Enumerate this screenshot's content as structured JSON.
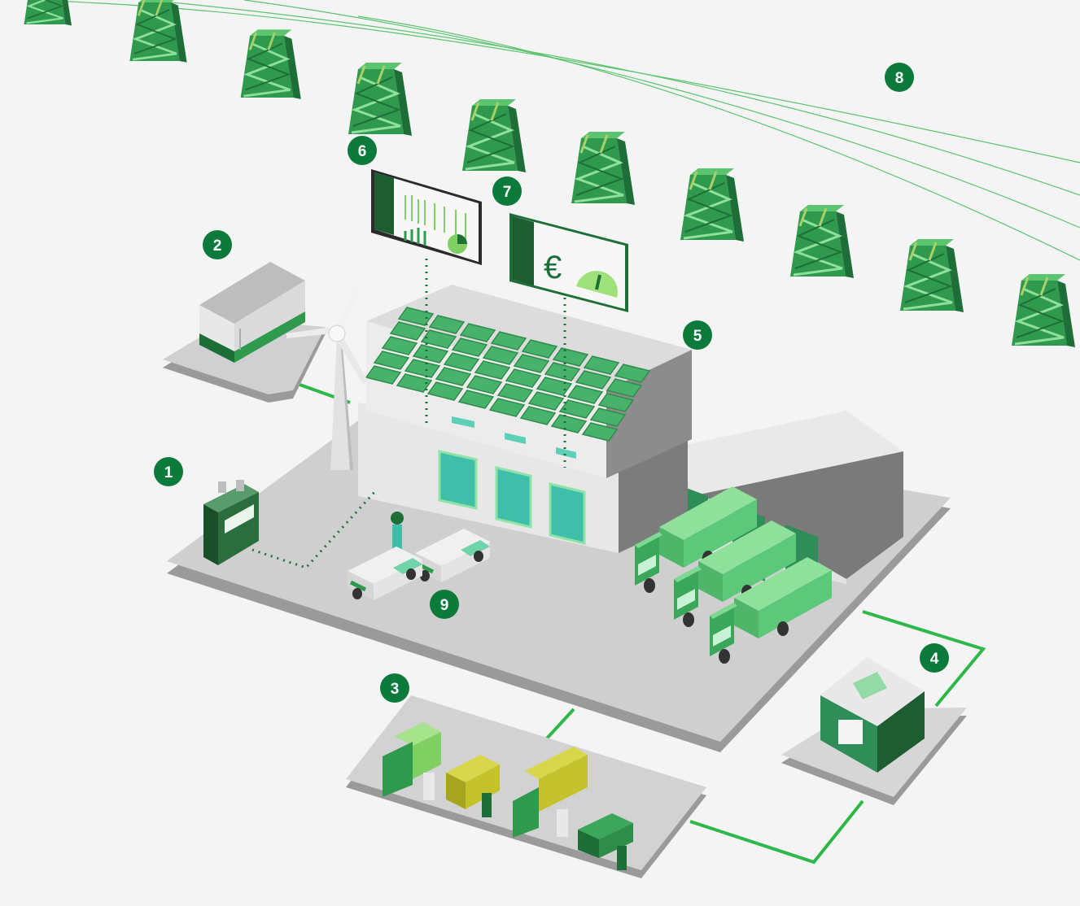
{
  "colors": {
    "background": "#f4f4f4",
    "marker": "#0b7a3b",
    "connector": "#2fb84a",
    "tower": "#2f9a4e",
    "tower_dark": "#1e6e37",
    "platform": "#c8c8c8",
    "platform_edge": "#9a9a9a",
    "building": "#e3e3e3",
    "door": "#3fbfaa",
    "solar": "#47b26b",
    "truck": "#5cc879",
    "van_yellow": "#c3c22a",
    "battery": "#1e5c32"
  },
  "markers": [
    {
      "label": "1"
    },
    {
      "label": "2"
    },
    {
      "label": "3"
    },
    {
      "label": "4"
    },
    {
      "label": "5"
    },
    {
      "label": "6"
    },
    {
      "label": "7"
    },
    {
      "label": "8"
    },
    {
      "label": "9"
    }
  ],
  "icons": {
    "wind_turbine": "wind-turbine-icon",
    "gas_meter": "gas-meter-icon",
    "transformer": "transformer-box-icon",
    "battery": "battery-storage-icon",
    "dashboard": "analytics-dashboard-icon",
    "cost_panel": "euro-gauge-icon",
    "power_tower": "power-tower-icon"
  },
  "cost_panel": {
    "currency_symbol": "€"
  }
}
